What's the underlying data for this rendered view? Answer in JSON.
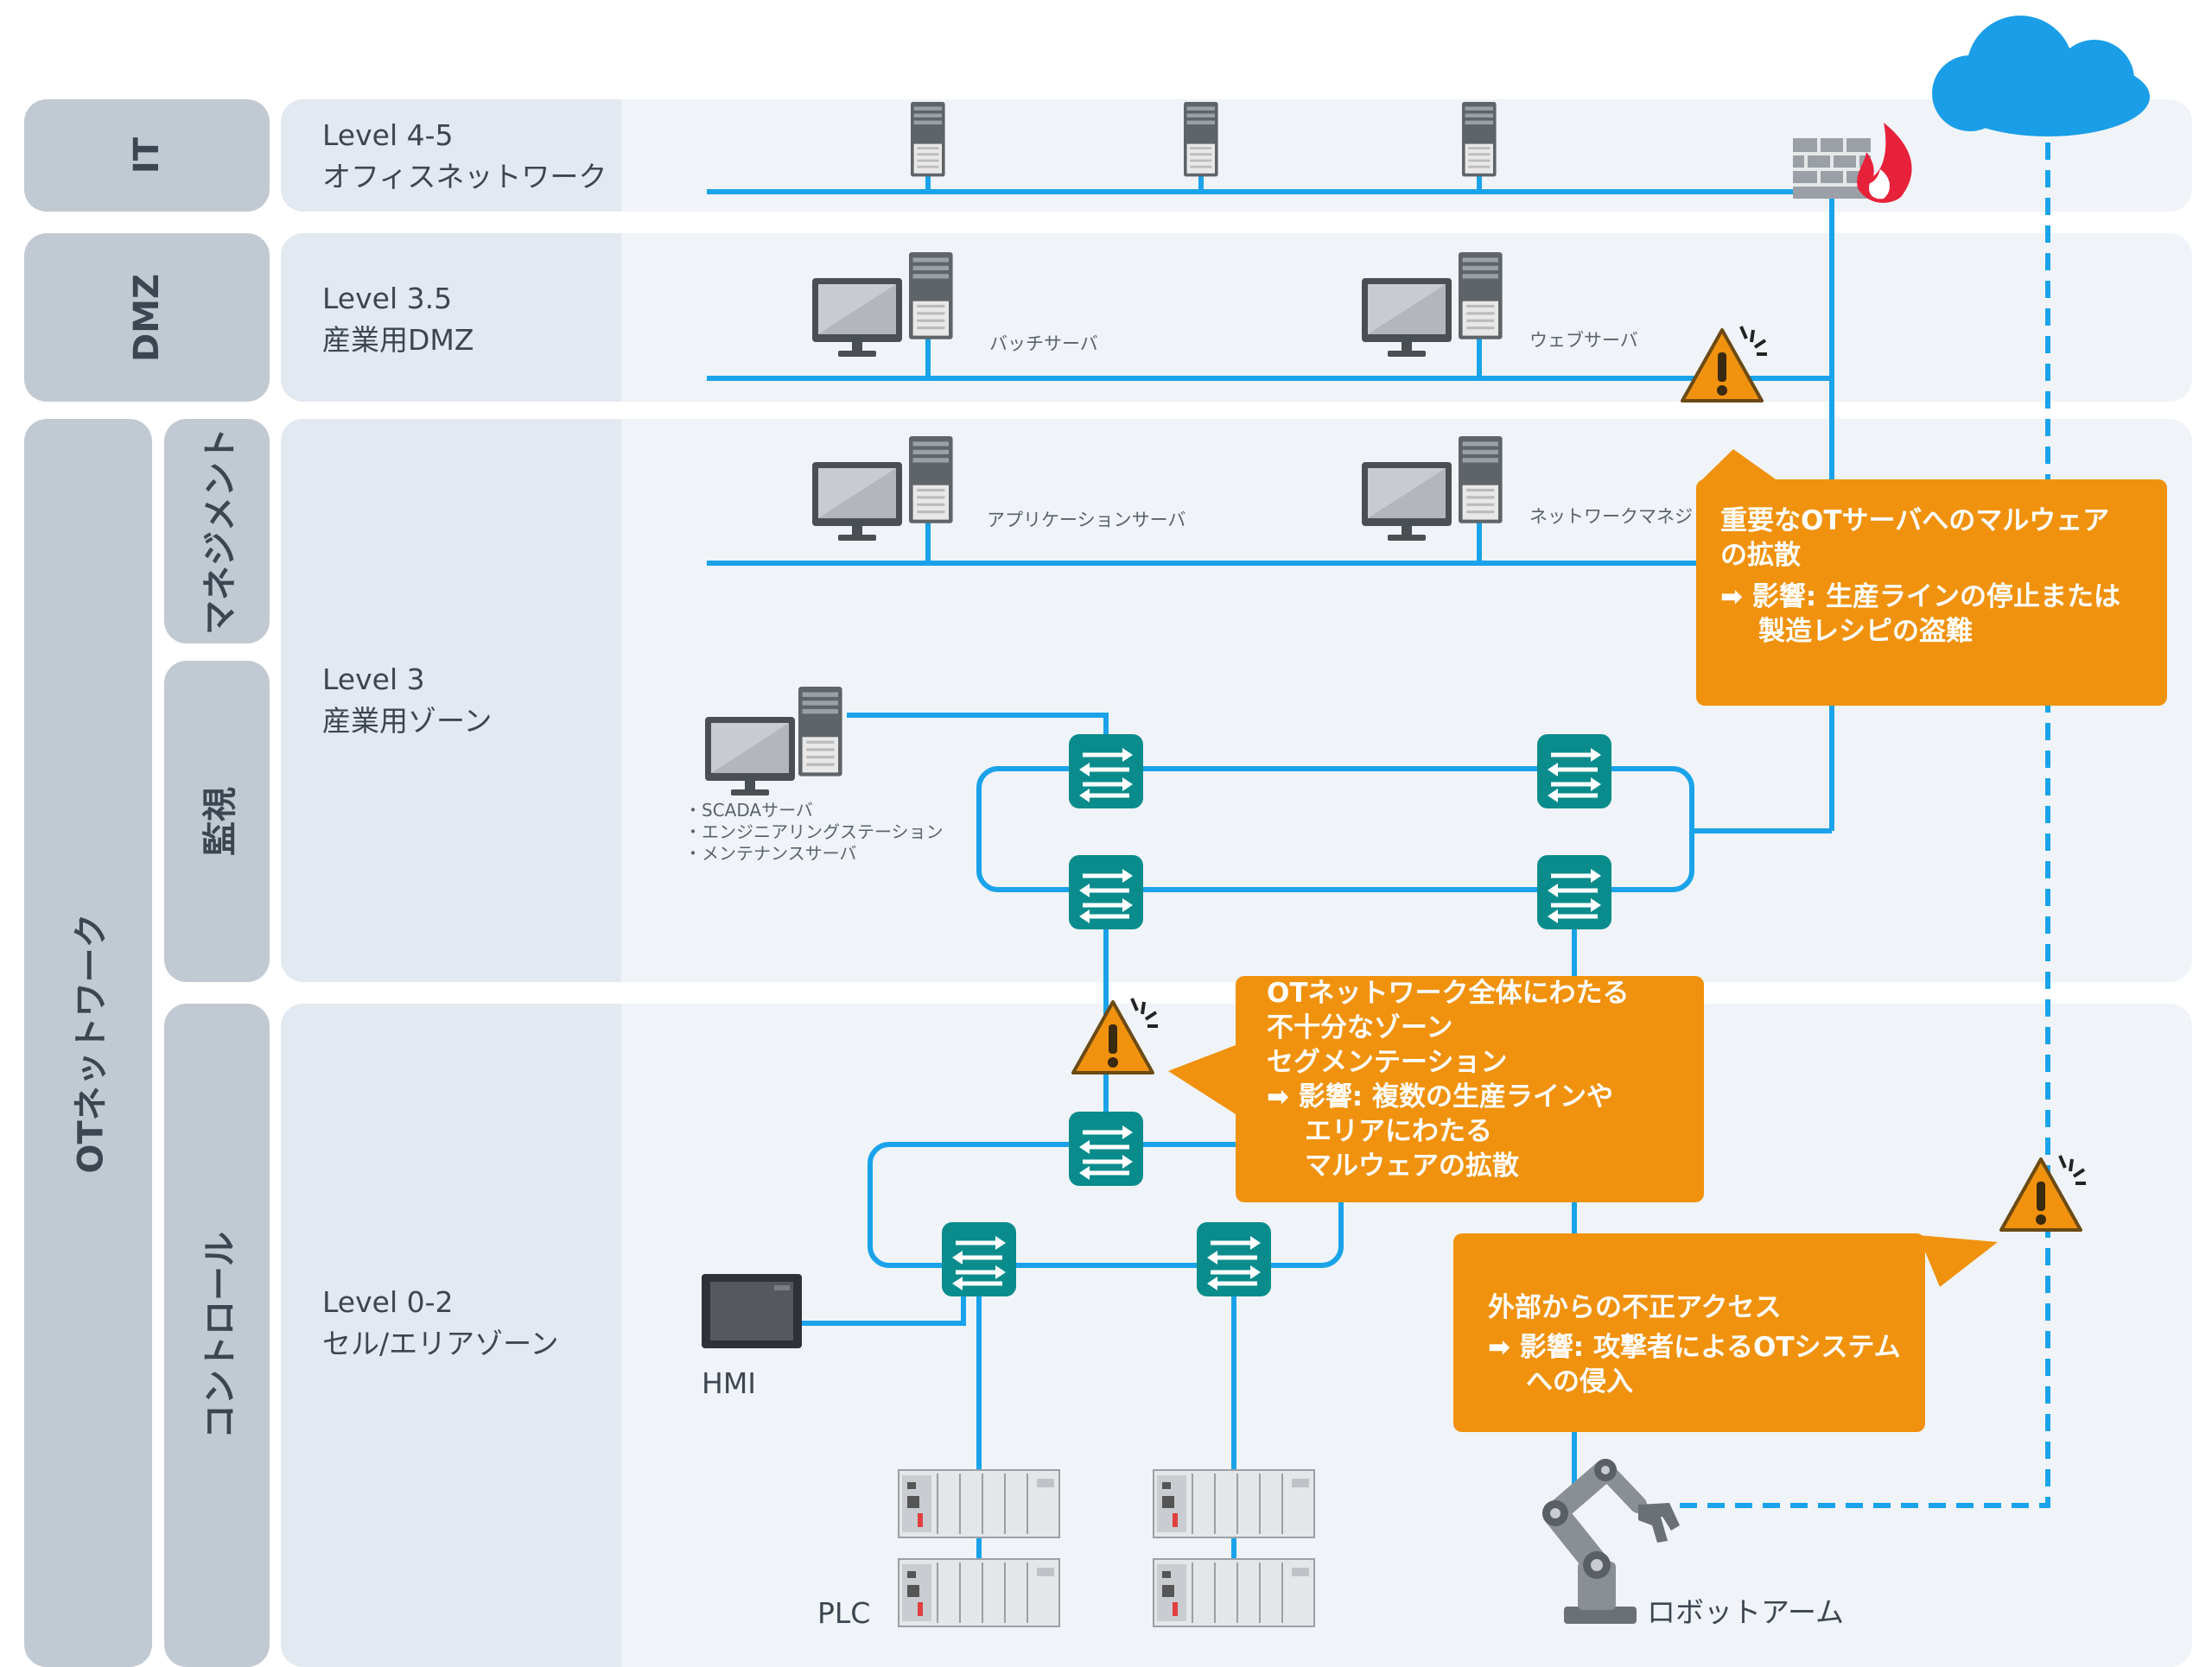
{
  "tabs": {
    "it": "IT",
    "dmz": "DMZ",
    "ot": "OTネットワーク",
    "management": "マネジメント",
    "monitoring": "監視",
    "control": "コントロール"
  },
  "levels": {
    "l45": {
      "level": "Level 4-5",
      "name": "オフィスネットワーク"
    },
    "l35": {
      "level": "Level 3.5",
      "name": "産業用DMZ"
    },
    "l3": {
      "level": "Level 3",
      "name": "産業用ゾーン"
    },
    "l02": {
      "level": "Level 0-2",
      "name": "セル/エリアゾーン"
    }
  },
  "servers": {
    "batch": "バッチサーバ",
    "web": "ウェブサーバ",
    "app": "アプリケーションサーバ",
    "netmgmt": "ネットワークマネジ"
  },
  "scada": [
    "・SCADAサーバ",
    "・エンジニアリングステーション",
    "・メンテナンスサーバ"
  ],
  "devices": {
    "hmi": "HMI",
    "plc": "PLC",
    "robot": "ロボットアーム"
  },
  "callouts": {
    "malware": {
      "lines": [
        "重要なOTサーバへのマルウェア",
        "の拡散"
      ],
      "impact": [
        "➡ 影響: 生産ラインの停止または",
        "製造レシピの盗難"
      ]
    },
    "segmentation": {
      "lines": [
        "OTネットワーク全体にわたる",
        "不十分なゾーン",
        "セグメンテーション"
      ],
      "impact": [
        "➡ 影響: 複数の生産ラインや",
        "エリアにわたる",
        "マルウェアの拡散"
      ]
    },
    "external": {
      "lines": [
        "外部からの不正アクセス"
      ],
      "impact": [
        "➡ 影響: 攻撃者によるOTシステム",
        "への侵入"
      ]
    }
  },
  "colors": {
    "line": "#1aa3ea",
    "switch": "#0a8c8c",
    "callout": "#f0920e",
    "tab": "#c1c9d2",
    "cloud": "#1a9ee8"
  }
}
